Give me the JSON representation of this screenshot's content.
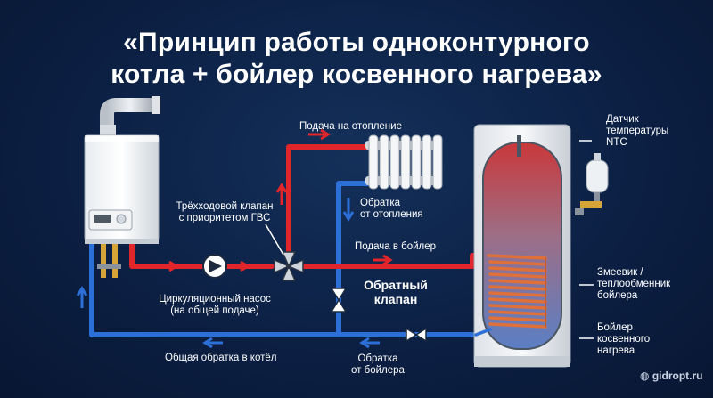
{
  "title": {
    "line1": "«Принцип работы одноконтурного",
    "line2": "котла + бойлер косвенного нагрева»"
  },
  "labels": {
    "heating_supply": "Подача на отопление",
    "heating_return": [
      "Обратка",
      "от отопления"
    ],
    "three_way_valve": [
      "Трёхходовой клапан",
      "с приоритетом ГВС"
    ],
    "boiler_supply": "Подача в бойлер",
    "check_valve": [
      "Обратный",
      "клапан"
    ],
    "pump": [
      "Циркуляционный насос",
      "(на общей подаче)"
    ],
    "common_return": "Общая обратка в котёл",
    "boiler_return": [
      "Обратка",
      "от бойлера"
    ],
    "ntc_sensor": [
      "Датчик",
      "температуры",
      "NTC"
    ],
    "coil": [
      "Змеевик /",
      "теплообменник",
      "бойлера"
    ],
    "tank": [
      "Бойлер",
      "косвенного",
      "нагрева"
    ]
  },
  "colors": {
    "supply": "#e0262b",
    "return": "#2c6fd6",
    "background": "#0c2044",
    "coil": "#e0703a"
  },
  "watermark": "gidropt.ru"
}
